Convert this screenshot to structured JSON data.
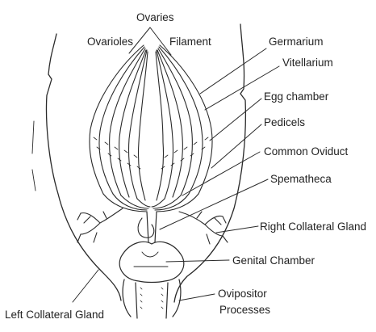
{
  "labels": {
    "ovaries": "Ovaries",
    "ovarioles": "Ovarioles",
    "filament": "Filament",
    "germarium": "Germarium",
    "vitellarium": "Vitellarium",
    "egg_chamber": "Egg chamber",
    "pedicels": "Pedicels",
    "common_oviduct": "Common Oviduct",
    "spermatheca": "Spematheca",
    "right_collateral_gland": "Right Collateral Gland",
    "genital_chamber": "Genital Chamber",
    "ovipositor_line1": "Ovipositor",
    "ovipositor_line2": "Processes",
    "left_collateral_gland": "Left Collateral Gland"
  },
  "colors": {
    "ink": "#2a2a2a",
    "text": "#222222",
    "background": "#ffffff"
  }
}
